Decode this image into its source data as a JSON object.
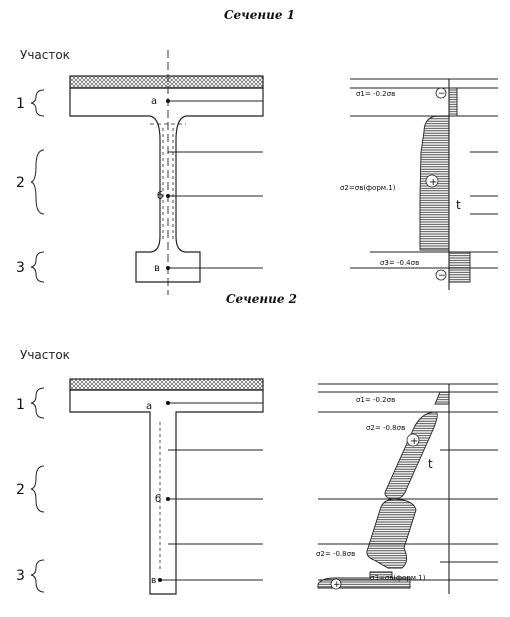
{
  "section1": {
    "title": "Сечение 1",
    "zone_header": "Участок",
    "zones": [
      "1",
      "2",
      "3"
    ],
    "points": [
      "а",
      "б",
      "в"
    ],
    "sigma1": "σ1= -0.2σв",
    "sigma2": "σ2=σв(форм.1)",
    "sigma3": "σ3= -0.4σв",
    "t_label": "t",
    "sign_plus": "+",
    "sign_minus": "−"
  },
  "section2": {
    "title": "Сечение 2",
    "zone_header": "Участок",
    "zones": [
      "1",
      "2",
      "3"
    ],
    "points": [
      "а",
      "б",
      "в"
    ],
    "sigma1": "σ1= -0.2σв",
    "sigma2_top": "σ2= -0.8σв",
    "sigma2_bottom": "σ2= -0.8σв",
    "sigma3": "σ3=σв(форм.1)",
    "t_label": "t",
    "sign_plus": "+"
  },
  "colors": {
    "ink": "#222222",
    "hatch": "#333333"
  }
}
